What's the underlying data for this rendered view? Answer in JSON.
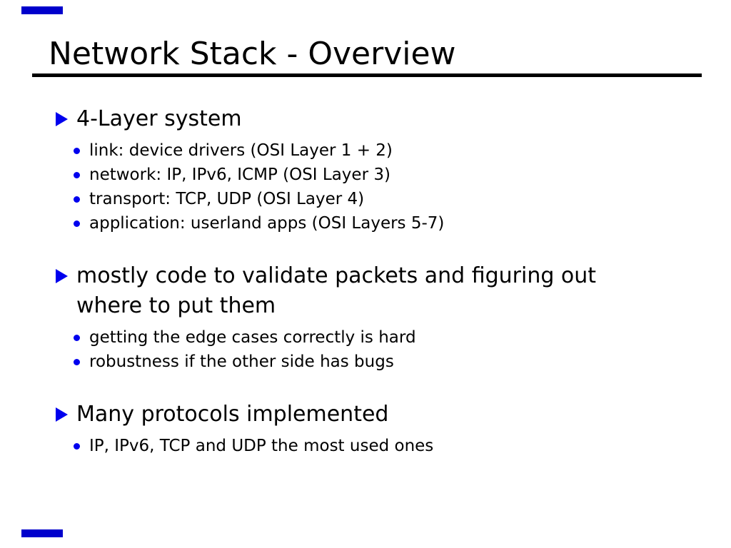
{
  "colors": {
    "bullet_accent": "#0000ee",
    "corner_bar": "#0000cc"
  },
  "slide": {
    "title": "Network Stack - Overview",
    "sections": [
      {
        "heading_lines": [
          "4-Layer system"
        ],
        "items": [
          "link: device drivers (OSI Layer 1 + 2)",
          "network: IP, IPv6, ICMP (OSI Layer 3)",
          "transport: TCP, UDP (OSI Layer 4)",
          "application: userland apps (OSI Layers 5-7)"
        ]
      },
      {
        "heading_lines": [
          "mostly code to validate packets and figuring out",
          "where to put them"
        ],
        "items": [
          "getting the edge cases correctly is hard",
          "robustness if the other side has bugs"
        ]
      },
      {
        "heading_lines": [
          "Many protocols implemented"
        ],
        "items": [
          "IP, IPv6, TCP and UDP the most used ones"
        ]
      }
    ]
  }
}
